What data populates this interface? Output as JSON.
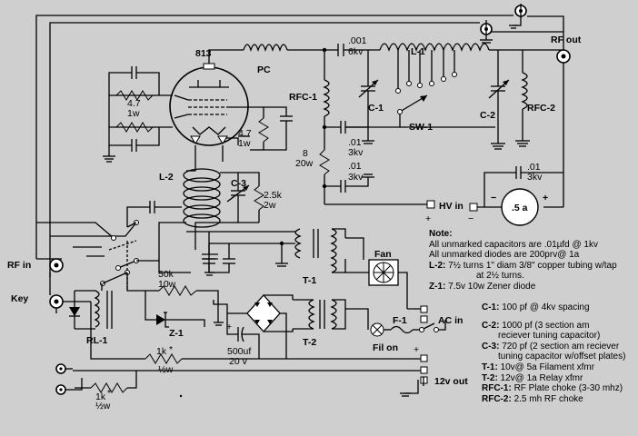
{
  "diagram": {
    "tube_label": "813",
    "pc_label": "PC",
    "rf_out_label": "RF out",
    "cap_top_value": ".001",
    "cap_top_voltage": "6kv",
    "l1_label": "L-1",
    "rfc1_label": "RFC-1",
    "c1_label": "C-1",
    "c2_label": "C-2",
    "rfc2_label": "RFC-2",
    "sw1_label": "SW-1",
    "res_grid_value": "4.7",
    "res_grid_power": "1w",
    "res_screen_value": "4.7",
    "res_screen_power": "1w",
    "cap_bypass1_value": ".01",
    "cap_bypass1_voltage": "3kv",
    "res_bleed_value": "8",
    "res_bleed_power": "20w",
    "cap_bypass2_value": ".01",
    "cap_bypass2_voltage": "3kv",
    "cap_hv_value": ".01",
    "cap_hv_voltage": "3kv",
    "meter_label": ".5 a",
    "hv_in_label": "HV in",
    "hv_plus": "+",
    "hv_minus": "−",
    "l2_label": "L-2",
    "c3_label": "C-3",
    "res_grid2_value": "2.5k",
    "res_grid2_power": "2w",
    "rf_in_label": "RF in",
    "key_label": "Key",
    "res_zener_value": "50k",
    "res_zener_power": "10w",
    "z1_label": "Z-1",
    "rl1_label": "RL-1",
    "t1_label": "T-1",
    "t2_label": "T-2",
    "fan_label": "Fan",
    "f1_label": "F-1",
    "ac_in_label": "AC in",
    "fil_on_label": "Fil on",
    "cap_500_value": "500uf",
    "cap_500_voltage": "20 v",
    "cap_500_plus": "+",
    "res_1k_a_value": "1k",
    "res_1k_a_star": "*",
    "res_1k_a_power": "½w",
    "res_1k_b_value": "1k",
    "res_1k_b_star": "*",
    "res_1k_b_power": "½w",
    "out12_label": "12v out",
    "out12_plus": "+"
  },
  "notes": {
    "heading": "Note:",
    "lines": [
      {
        "text": "All unmarked capacitors are .01µfd @ 1kv"
      },
      {
        "text": "All unmarked diodes are 200prv@ 1a"
      },
      {
        "key": "L-2:",
        "text": "7½ turns 1\" diam 3/8\" copper tubing w/tap"
      },
      {
        "text": "at 2½ turns."
      },
      {
        "key": "Z-1:",
        "text": "7.5v 10w Zener diode"
      }
    ],
    "parts": [
      {
        "key": "C-1:",
        "text": "100 pf @ 4kv spacing"
      },
      {
        "key": "C-2:",
        "text": "1000 pf (3 section am"
      },
      {
        "text": "reciever tuning capacitor)"
      },
      {
        "key": "C-3:",
        "text": "720 pf (2 section am reciever"
      },
      {
        "text": "tuning capacitor w/offset plates)"
      },
      {
        "key": "T-1:",
        "text": "10v@ 5a Filament xfmr"
      },
      {
        "key": "T-2:",
        "text": "12v@ 1a Relay xfmr"
      },
      {
        "key": "RFC-1:",
        "text": "RF Plate choke (3-30 mhz)"
      },
      {
        "key": "RFC-2:",
        "text": "2.5 mh RF choke"
      }
    ]
  }
}
